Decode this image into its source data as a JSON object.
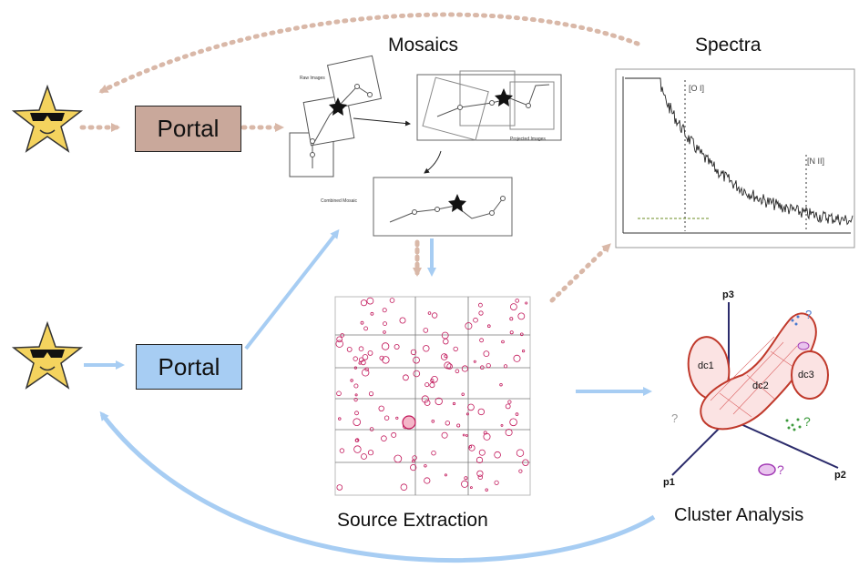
{
  "labels": {
    "mosaics": "Mosaics",
    "spectra": "Spectra",
    "source_extraction": "Source Extraction",
    "cluster_analysis": "Cluster Analysis"
  },
  "portals": [
    {
      "label": "Portal",
      "color": "#c9a89b"
    },
    {
      "label": "Portal",
      "color": "#a7cdf3"
    }
  ],
  "mosaic_panel": {
    "raw_images": "Raw Images",
    "projected_images": "Projected Images",
    "combined_mosaic": "Combined Mosaic"
  },
  "cluster_plot": {
    "axis_p1": "p1",
    "axis_p2": "p2",
    "axis_p3": "p3",
    "clusters": [
      "dc1",
      "dc2",
      "dc3"
    ],
    "unknown_marker": "?"
  },
  "spectra_panel": {
    "annotations": [
      "[O I]",
      "[N II]"
    ]
  },
  "colors": {
    "user_flow": "#a7cdf3",
    "service_flow": "#d9b8a8",
    "cluster_outline": "#c0392b",
    "source_marker": "#c2185b"
  },
  "icons": [
    "star-with-sunglasses-icon"
  ]
}
